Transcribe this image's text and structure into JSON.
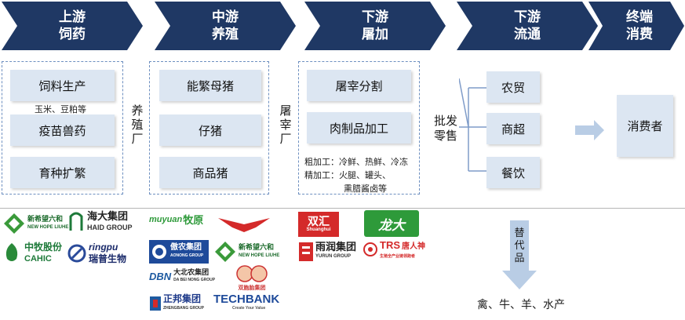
{
  "stages": [
    {
      "line1": "上游",
      "line2": "饲药"
    },
    {
      "line1": "中游",
      "line2": "养殖"
    },
    {
      "line1": "下游",
      "line2": "屠加"
    },
    {
      "line1": "下游",
      "line2": "流通"
    },
    {
      "line1": "终端",
      "line2": "消费"
    }
  ],
  "upstream": {
    "feed": "饲料生产",
    "feed_note": "玉米、豆粕等",
    "vaccine": "疫苗兽药",
    "breeding": "育种扩繁",
    "vertical": [
      "养",
      "殖",
      "厂"
    ]
  },
  "midstream": {
    "sow": "能繁母猪",
    "piglet": "仔猪",
    "hog": "商品猪",
    "vertical": [
      "屠",
      "宰",
      "厂"
    ]
  },
  "processing": {
    "slaughter": "屠宰分割",
    "meat": "肉制品加工",
    "note1": "粗加工：冷鲜、热鲜、冷冻",
    "note2": "精加工：火腿、罐头、",
    "note3": "熏腊酱卤等"
  },
  "distribution": {
    "label1": "批发",
    "label2": "零售",
    "channels": [
      "农贸",
      "商超",
      "餐饮"
    ]
  },
  "consumer": {
    "label": "消费者"
  },
  "substitute": {
    "label": [
      "替",
      "代",
      "品"
    ],
    "items": "禽、牛、羊、水产"
  },
  "logos": {
    "newhope": {
      "cn": "新希望六和",
      "en": "NEW HOPE LIUHE"
    },
    "haid": {
      "cn": "海大集团",
      "en": "HAID GROUP"
    },
    "cahic": {
      "cn": "中牧股份",
      "en": "CAHIC"
    },
    "ringpu": {
      "en": "ringpu",
      "cn": "瑞普生物"
    },
    "muyuan": {
      "en": "MUYUAN",
      "cn": "牧原"
    },
    "aonong": {
      "cn": "傲农集团",
      "en": "AONONG GROUP"
    },
    "newhope2": {
      "cn": "新希望六和",
      "en": "NEW HOPE LIUHE"
    },
    "dbn": {
      "en": "DBN",
      "cn": "大北农集团",
      "sub": "DA BEI NONG GROUP"
    },
    "shuangbao": {
      "cn": "双胞胎集团"
    },
    "zhengbang": {
      "cn": "正邦集团",
      "en": "ZHENGBANG GROUP"
    },
    "techbank": {
      "en": "TECHBANK",
      "sub": "Create Your Value"
    },
    "shuanghui": {
      "cn": "双汇",
      "en": "Shuanghui"
    },
    "longda": {
      "cn": "龙大"
    },
    "yurun": {
      "cn": "雨润集团",
      "en": "YURUN GROUP"
    },
    "trs": {
      "en": "TRS",
      "cn": "唐人神",
      "sub": "生猪全产业链领跑者"
    }
  },
  "colors": {
    "chevron": "#1f3864",
    "box": "#dce6f2",
    "dash": "#6d8fc0",
    "arrow": "#b9cde5"
  }
}
